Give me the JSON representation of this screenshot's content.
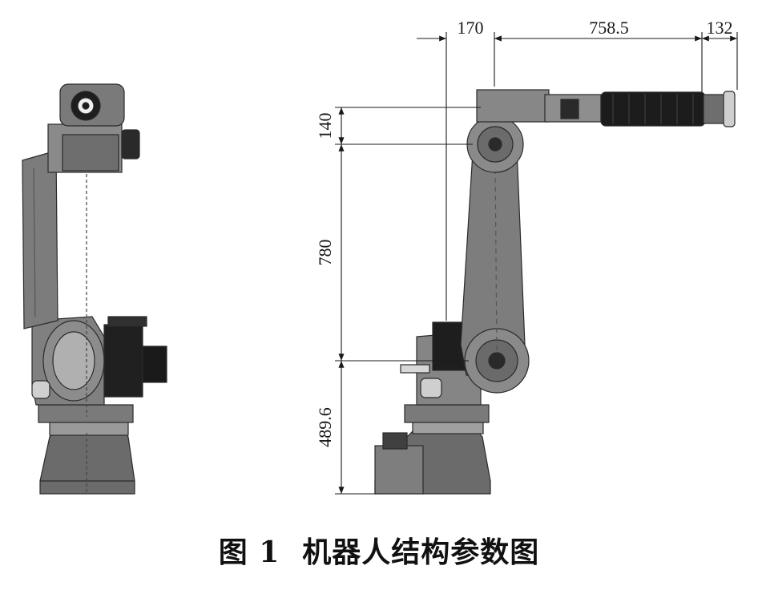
{
  "dimensions": {
    "top": [
      "170",
      "758.5",
      "132"
    ],
    "left": [
      "140",
      "780",
      "489.6"
    ]
  },
  "caption": {
    "figure_number": "图 1",
    "title": "机器人结构参数图"
  }
}
